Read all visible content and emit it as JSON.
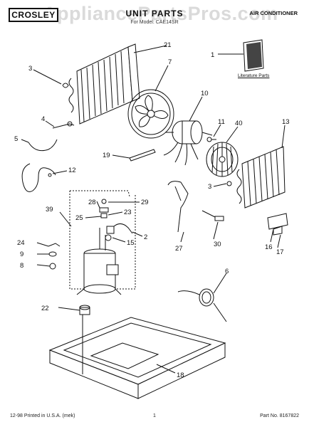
{
  "header": {
    "brand": "CROSLEY",
    "title": "UNIT PARTS",
    "subtitle": "For Model: CAE14SR",
    "appliance_type": "AIR CONDITIONER",
    "watermark": "AppliancePartsPros.com"
  },
  "literature_label": "Literature Parts",
  "callouts": [
    {
      "id": "21",
      "label": "21"
    },
    {
      "id": "1",
      "label": "1"
    },
    {
      "id": "3a",
      "label": "3"
    },
    {
      "id": "7",
      "label": "7"
    },
    {
      "id": "10",
      "label": "10"
    },
    {
      "id": "4",
      "label": "4"
    },
    {
      "id": "11",
      "label": "11"
    },
    {
      "id": "40",
      "label": "40"
    },
    {
      "id": "13",
      "label": "13"
    },
    {
      "id": "5",
      "label": "5"
    },
    {
      "id": "19",
      "label": "19"
    },
    {
      "id": "12",
      "label": "12"
    },
    {
      "id": "3b",
      "label": "3"
    },
    {
      "id": "29",
      "label": "29"
    },
    {
      "id": "28",
      "label": "28"
    },
    {
      "id": "23",
      "label": "23"
    },
    {
      "id": "39",
      "label": "39"
    },
    {
      "id": "25",
      "label": "25"
    },
    {
      "id": "2",
      "label": "2"
    },
    {
      "id": "15",
      "label": "15"
    },
    {
      "id": "24",
      "label": "24"
    },
    {
      "id": "9",
      "label": "9"
    },
    {
      "id": "8",
      "label": "8"
    },
    {
      "id": "27",
      "label": "27"
    },
    {
      "id": "30",
      "label": "30"
    },
    {
      "id": "16",
      "label": "16"
    },
    {
      "id": "17",
      "label": "17"
    },
    {
      "id": "6",
      "label": "6"
    },
    {
      "id": "22",
      "label": "22"
    },
    {
      "id": "18",
      "label": "18"
    }
  ],
  "footer": {
    "left": "12-98 Printed in U.S.A. (mek)",
    "center": "1",
    "right": "Part No. 8167822"
  }
}
